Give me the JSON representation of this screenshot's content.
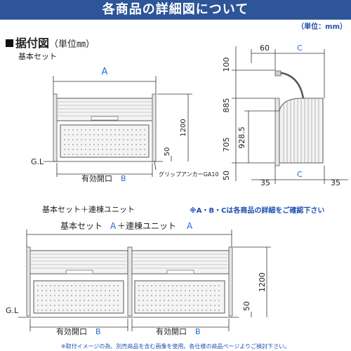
{
  "banner": {
    "title": "各商品の詳細図について"
  },
  "units_label": "（単位：mm）",
  "section": {
    "title": "据付図",
    "unit": "（単位㎜）"
  },
  "base_set": {
    "caption": "基本セット",
    "width_label": "A",
    "gl": "G.L",
    "opening_prefix": "有効開口",
    "opening_var": "B",
    "dim_height": "1200",
    "dim_50": "50",
    "anchor_note": "グリップアンカーGA10"
  },
  "side": {
    "top_60": "60",
    "top_c": "C",
    "d100": "100",
    "d885": "885",
    "d705": "705",
    "d9285": "928.5",
    "d50": "50",
    "b35_left": "35",
    "b_c": "C",
    "b35_right": "35"
  },
  "combo": {
    "caption": "基本セット＋連棟ユニット",
    "notice": "※A・B・Cは各商品の詳細をご確認下さい",
    "width_prefix": "基本セット",
    "width_var_1": "A",
    "width_mid": "＋連棟ユニット",
    "width_var_2": "A",
    "gl": "G.L",
    "opening_prefix_1": "有効開口",
    "opening_var_1": "B",
    "opening_prefix_2": "有効開口",
    "opening_var_2": "B",
    "dim_height": "1200",
    "dim_50": "50"
  },
  "disclaimer": "※取付イメージの為、別売商品を含む画像を使用。各仕様の商品ページよりご検討下さい。",
  "colors": {
    "banner": "#2d5597",
    "accent": "#1f6fd6",
    "line": "#333333"
  }
}
